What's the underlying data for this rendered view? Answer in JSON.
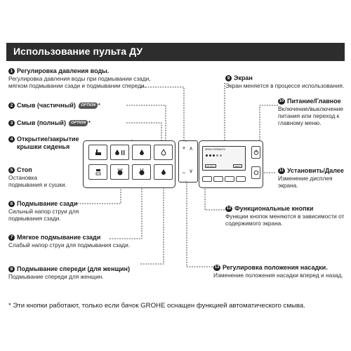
{
  "title": "Использование пульта ДУ",
  "items": {
    "i1": {
      "num": "1",
      "label": "Регулировка давления воды.",
      "desc1": "Регулировка давления воды при подмывании сзади,",
      "desc2": "мягком подмывании сзади и подмывании спереди."
    },
    "i2": {
      "num": "2",
      "label": "Смыв (частичный)",
      "option": "OPTION",
      "star": "*"
    },
    "i3": {
      "num": "3",
      "label": "Смыв (полный)",
      "option": "OPTION",
      "star": "*"
    },
    "i4": {
      "num": "4",
      "label1": "Открытие/закрытие",
      "label2": "крышки сиденья"
    },
    "i5": {
      "num": "5",
      "label": "Стоп",
      "desc1": "Остановка",
      "desc2": "подмывания и сушки."
    },
    "i6": {
      "num": "6",
      "label": "Подмывание сзади",
      "desc1": "Сильный напор струи для",
      "desc2": "подмывания сзади."
    },
    "i7": {
      "num": "7",
      "label": "Мягкое подмывание сзади",
      "desc1": "Слабый напор струи для подмывания сзади."
    },
    "i8": {
      "num": "8",
      "label": "Подмывание спереди (для женщин)",
      "desc1": "Подмывание спереди для женщин."
    },
    "i9": {
      "num": "9",
      "label": "Экран",
      "desc1": "Экран меняется в процессе использования."
    },
    "i10": {
      "num": "10",
      "label": "Питание/Главное",
      "desc1": "Включение/выключение",
      "desc2": "питания или переход к",
      "desc3": "главному меню."
    },
    "i11": {
      "num": "11",
      "label": "Установить/Далее",
      "desc1": "Изменение дисплея",
      "desc2": "экрана."
    },
    "i12": {
      "num": "12",
      "label": "Функциональные кнопки",
      "desc1": "Функции кнопок меняются в зависимости от",
      "desc2": "содержимого экрана."
    },
    "i13": {
      "num": "13",
      "label": "Регулировка положения насадки.",
      "desc1": "Изменение положения насадки вперед и назад."
    }
  },
  "remote": {
    "pressure_plus": "+",
    "pressure_minus": "−",
    "nozzle_up": "∧",
    "nozzle_down": "∨",
    "screen_title": "SPRAY STRENGTH",
    "screen_chip1": "OPTION",
    "screen_chip2": "MENU"
  },
  "footnote": "*  Эти кнопки работают, только если бачок GROHE оснащен функцией автоматического смыва."
}
